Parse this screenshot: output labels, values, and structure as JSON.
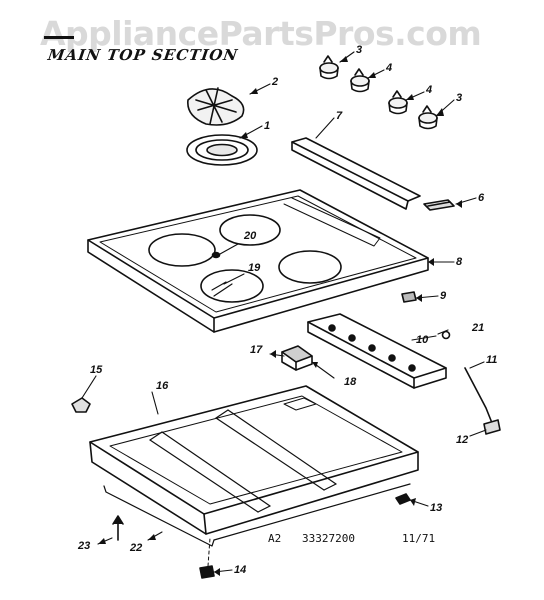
{
  "watermark": "AppliancePartsPros.com",
  "section_title": "MAIN TOP SECTION",
  "footer": {
    "code": "A2",
    "part_number": "33327200",
    "date": "11/71"
  },
  "callouts": [
    {
      "id": "c1",
      "label": "1"
    },
    {
      "id": "c2",
      "label": "2"
    },
    {
      "id": "c3a",
      "label": "3"
    },
    {
      "id": "c3b",
      "label": "3"
    },
    {
      "id": "c4a",
      "label": "4"
    },
    {
      "id": "c4b",
      "label": "4"
    },
    {
      "id": "c6",
      "label": "6"
    },
    {
      "id": "c7",
      "label": "7"
    },
    {
      "id": "c8",
      "label": "8"
    },
    {
      "id": "c9",
      "label": "9"
    },
    {
      "id": "c10",
      "label": "10"
    },
    {
      "id": "c11",
      "label": "11"
    },
    {
      "id": "c12",
      "label": "12"
    },
    {
      "id": "c13",
      "label": "13"
    },
    {
      "id": "c14",
      "label": "14"
    },
    {
      "id": "c15",
      "label": "15"
    },
    {
      "id": "c16",
      "label": "16"
    },
    {
      "id": "c17",
      "label": "17"
    },
    {
      "id": "c18",
      "label": "18"
    },
    {
      "id": "c19",
      "label": "19"
    },
    {
      "id": "c20",
      "label": "20"
    },
    {
      "id": "c21",
      "label": "21"
    },
    {
      "id": "c22",
      "label": "22"
    },
    {
      "id": "c23",
      "label": "23"
    }
  ]
}
